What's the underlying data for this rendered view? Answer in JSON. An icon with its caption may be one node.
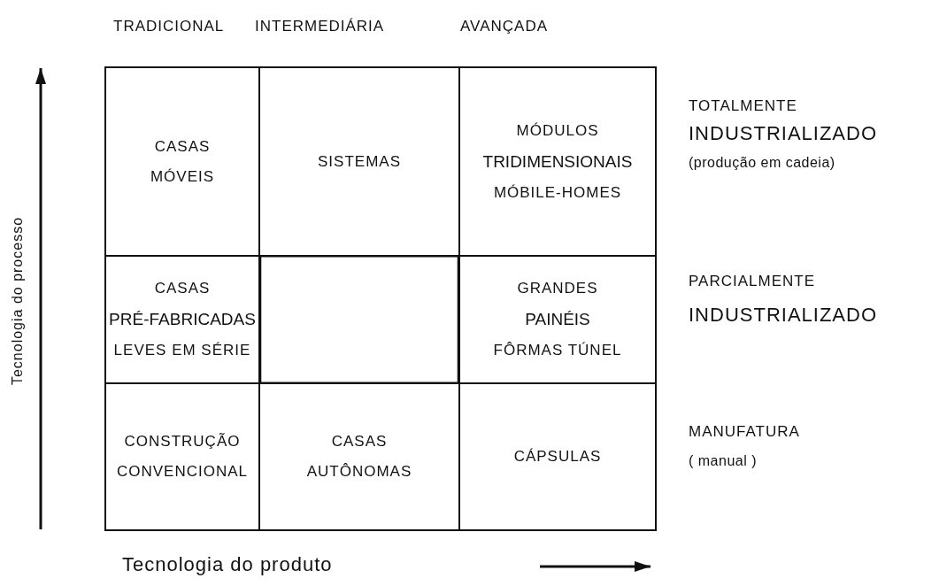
{
  "diagram": {
    "nodes": [
      {
        "text": [
          "CASAS",
          "MÓVEIS"
        ]
      },
      {
        "text": [
          "SISTEMAS"
        ]
      },
      {
        "text": [
          "MÓDULOS",
          "TRIDIMENSIONAIS",
          "MÓBILE-HOMES"
        ]
      },
      {
        "text": [
          "CASAS",
          "PRÉ-FABRICADAS",
          "LEVES EM SÉRIE"
        ]
      },
      {
        "text": [],
        "shape": "box"
      },
      {
        "text": [
          "GRANDES",
          "PAINÉIS",
          "FÔRMAS TÚNEL"
        ]
      },
      {
        "text": [
          "CONSTRUÇÃO",
          "CONVENCIONAL"
        ]
      },
      {
        "text": [
          "CASAS",
          "AUTÔNOMAS"
        ]
      },
      {
        "text": [
          "CÁPSULAS"
        ]
      }
    ],
    "edges": [],
    "labels": [
      "TRADICIONAL",
      "INTERMEDIÁRIA",
      "AVANÇADA",
      "TOTALMENTE",
      "INDUSTRIALIZADO",
      "(produção em cadeia)",
      "PARCIALMENTE",
      "INDUSTRIALIZADO",
      "MANUFATURA",
      "( manual )",
      "Tecnologia do processo",
      "Tecnologia do produto"
    ]
  }
}
